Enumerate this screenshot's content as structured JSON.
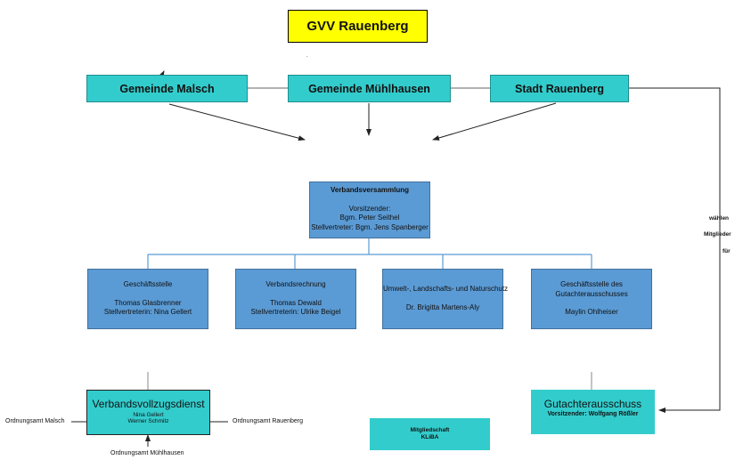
{
  "title": "GVV Rauenberg",
  "members": {
    "malsch": "Gemeinde Malsch",
    "muehlhausen": "Gemeinde Mühlhausen",
    "rauenberg": "Stadt Rauenberg"
  },
  "assembly": {
    "title": "Verbandsversammlung",
    "chair_label": "Vorsitzender:",
    "chair": "Bgm. Peter Seithel",
    "deputy": "Stellvertreter: Bgm. Jens Spanberger"
  },
  "units": [
    {
      "title": "Geschäftsstelle",
      "line1": "Thomas Glasbrenner",
      "line2": "Stellvertreterin: Nina Gellert"
    },
    {
      "title": "Verbandsrechnung",
      "line1": "Thomas Dewald",
      "line2": "Stellvertreterin: Ulrike Beigel"
    },
    {
      "title": "Umwelt-, Landschafts- und Naturschutz",
      "line1": "Dr. Brigitta Martens-Aly"
    },
    {
      "title": "Geschäftsstelle des",
      "title2": "Gutachterausschusses",
      "line1": "Maylin Ohlheiser"
    }
  ],
  "vollzug": {
    "title": "Verbandsvollzugsdienst",
    "line1": "Nina Gellert",
    "line2": "Werner Schmitz"
  },
  "ordnungsamt": {
    "malsch": "Ordnungsamt Malsch",
    "rauenberg": "Ordnungsamt Rauenberg",
    "muehlhausen": "Ordnungsamt Mühlhausen"
  },
  "kliba": {
    "line1": "Mitgliedschaft",
    "line2": "KLiBA"
  },
  "gutachter": {
    "title": "Gutachterausschuss",
    "chair": "Vorsitzender: Wolfgang Rößler"
  },
  "side_label": {
    "line1": "wählen",
    "line2": "Mitglieder",
    "line3": "für"
  },
  "colors": {
    "title_fill": "#ffff00",
    "teal_fill": "#33cccc",
    "blue_fill": "#5b9bd5",
    "connector": "#5b9bd5"
  }
}
